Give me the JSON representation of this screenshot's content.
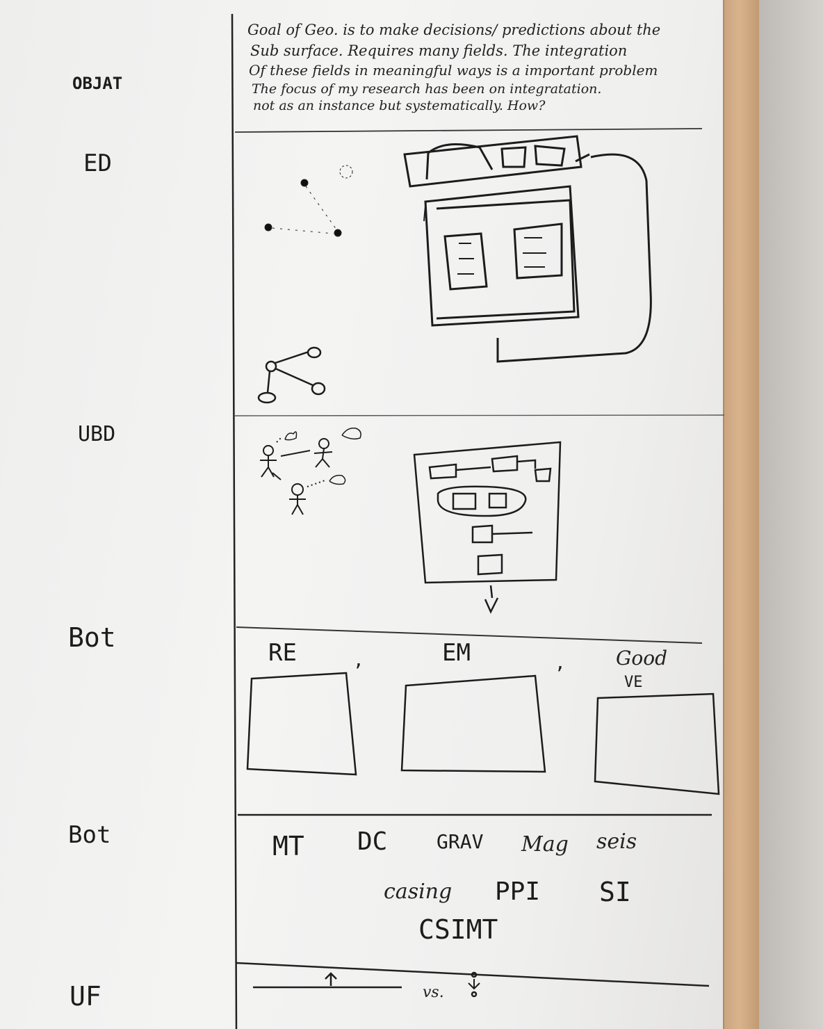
{
  "colors": {
    "board": "#f2f2f1",
    "ink": "#1c1c1c",
    "frame": "#d2ae88"
  },
  "row_labels": {
    "top": "OBJAT",
    "ed": "ED",
    "ubd": "UBD",
    "bot1": "Bot",
    "bot2": "Bot",
    "uf": "UF"
  },
  "goal_text": [
    "Goal of Geo. is to make decisions/ predictions about the",
    "Sub surface. Requires many fields. The integration",
    "Of these fields in meaningful ways is a important problem",
    "The focus of my research has been on integratation.",
    "not as an instance but systematically. How?"
  ],
  "bot1_section": {
    "label_re": "RE",
    "comma1": ",",
    "label_em": "EM",
    "comma2": ",",
    "label_good": "Good",
    "label_ve": "VE"
  },
  "bot2_section": {
    "row1": [
      "MT",
      "DC",
      "GRAV",
      "Mag",
      "seis"
    ],
    "row2": [
      "casing",
      "PPI",
      "SI"
    ],
    "row3": "CSIMT"
  },
  "uf_section": {
    "arrow": "↑",
    "vs": "vs."
  }
}
